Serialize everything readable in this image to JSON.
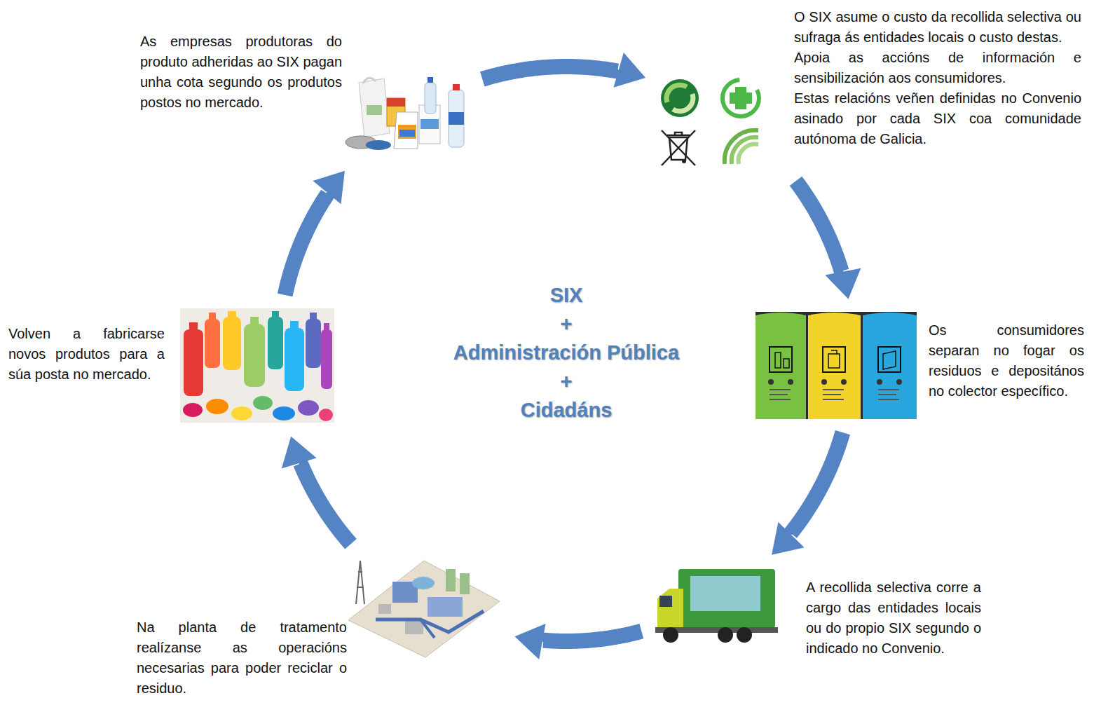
{
  "diagram": {
    "nodes": [
      {
        "text": [
          "As empresas produtoras do produto adheridas ao SIX pagan unha cota segundo os produtos postos no mercado."
        ]
      },
      {
        "text": [
          "O SIX asume o custo da recollida selectiva ou sufraga ás entidades locais o custo destas.",
          "Apoia as accións de información e sensibilización aos consumidores.",
          "Estas relacións veñen definidas no Convenio asinado por cada SIX coa comunidade autónoma de Galicia."
        ]
      },
      {
        "text": [
          "Os consumidores separan no fogar os residuos e depositános no colector específico."
        ]
      },
      {
        "text": [
          "A recollida selectiva corre a cargo das entidades locais ou do propio SIX segundo o indicado no Convenio."
        ]
      },
      {
        "text": [
          "Na planta de tratamento realízanse as operacións necesarias para poder reciclar o residuo."
        ]
      },
      {
        "text": [
          "Volven a fabricarse novos produtos para a súa posta no mercado."
        ]
      }
    ],
    "edges": [
      {
        "from": 0,
        "to": 1,
        "arrow": "to"
      },
      {
        "from": 1,
        "to": 2,
        "arrow": "to"
      },
      {
        "from": 2,
        "to": 3,
        "arrow": "to"
      },
      {
        "from": 3,
        "to": 4,
        "arrow": "to"
      },
      {
        "from": 4,
        "to": 5,
        "arrow": "to"
      },
      {
        "from": 5,
        "to": 0,
        "arrow": "to"
      }
    ],
    "labels": [
      "SIX",
      "+",
      "Administración Pública",
      "+",
      "Cidadáns"
    ]
  }
}
